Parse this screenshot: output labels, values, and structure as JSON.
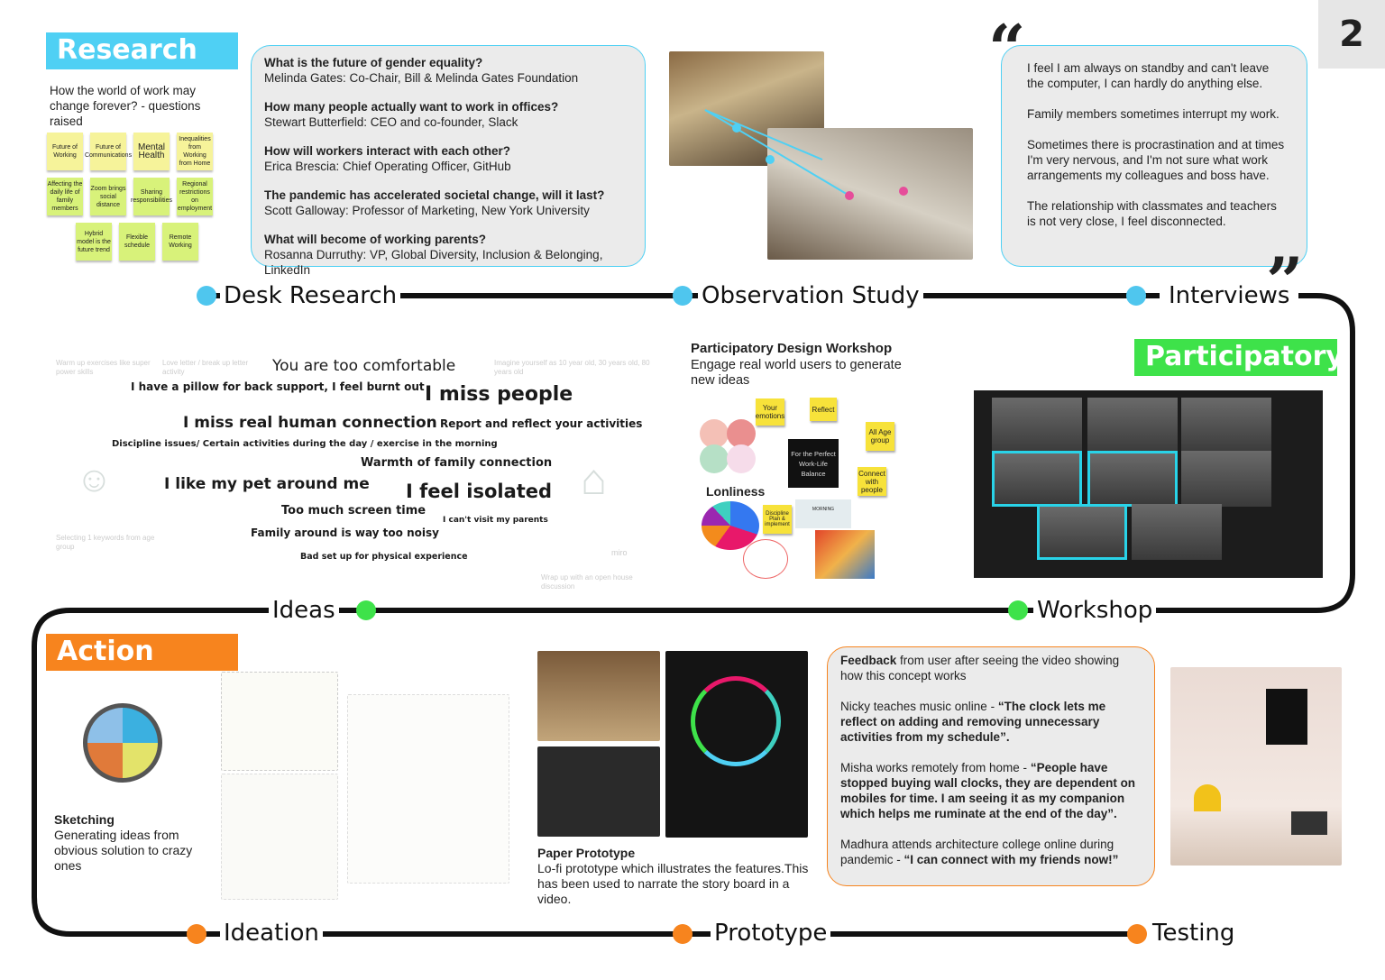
{
  "page_number": "2",
  "colors": {
    "research": "#4fd0f4",
    "participatory": "#3ee24a",
    "action": "#f7841e",
    "timeline": "#111111"
  },
  "sections": {
    "research": "Research",
    "participatory": "Participatory",
    "action": "Action"
  },
  "stages": {
    "desk_research": "Desk Research",
    "observation_study": "Observation Study",
    "interviews": "Interviews",
    "ideas": "Ideas",
    "workshop": "Workshop",
    "ideation": "Ideation",
    "prototype": "Prototype",
    "testing": "Testing"
  },
  "research": {
    "intro": "How the world of work may change forever? - questions raised",
    "stickies": [
      "Future of Working",
      "Future of Communications",
      "Mental Health",
      "Inequalities from Working from Home",
      "Affecting the daily life of family members",
      "Zoom brings social distance",
      "Sharing responsibilities",
      "Regional restrictions on employment",
      "Hybrid model is the future trend",
      "Flexible schedule",
      "Remote Working"
    ],
    "questions": [
      {
        "q": "What is the future of gender equality?",
        "who": "Melinda Gates: Co-Chair, Bill & Melinda Gates Foundation"
      },
      {
        "q": "How many people actually want to work in offices?",
        "who": "Stewart Butterfield: CEO and co-founder, Slack"
      },
      {
        "q": "How will workers interact with each other?",
        "who": "Erica Brescia: Chief Operating Officer, GitHub"
      },
      {
        "q": "The pandemic has accelerated societal change, will it last?",
        "who": "Scott Galloway: Professor of Marketing, New York University"
      },
      {
        "q": "What will become of working parents?",
        "who": "Rosanna Durruthy: VP, Global Diversity, Inclusion & Belonging, LinkedIn"
      }
    ]
  },
  "interviews": {
    "open_quote": "“",
    "close_quote": "”",
    "quotes": [
      "I feel I am always on standby and can't leave the computer, I can hardly do anything else.",
      "Family members sometimes interrupt my work.",
      "Sometimes there is procrastination and at times I'm very nervous, and I'm not sure what work arrangements my colleagues and boss have.",
      "The relationship with classmates and teachers is not very close, I feel disconnected."
    ]
  },
  "ideas": {
    "phrases": [
      "You are too comfortable",
      "I have a pillow for back support, I feel burnt out",
      "I miss people",
      "I miss real human connection",
      "Report and reflect your activities",
      "Discipline issues/ Certain activities during the day / exercise in the morning",
      "Warmth of family connection",
      "I like my pet around me",
      "I feel isolated",
      "Too much screen time",
      "I can't visit my parents",
      "Family around is way too noisy",
      "Bad set up for physical experience"
    ],
    "faint": [
      "Warm up exercises like super power skills",
      "Love letter / break up letter activity",
      "Imagine yourself as 10 year old, 30 years old, 80 years old",
      "Selecting 1 keywords from age group",
      "Wrap up with an open house discussion"
    ],
    "watermark": "miro"
  },
  "workshop": {
    "title": "Participatory Design Workshop",
    "subtitle": "Engage real world users to generate new ideas",
    "center": "For the Perfect Work-Life Balance",
    "notes": [
      "Your emotions",
      "Reflect",
      "All Age group",
      "Connect with people",
      "Discipline Plan & implement"
    ],
    "loneliness": "Lonliness",
    "morning": "MORNING"
  },
  "ideation": {
    "title": "Sketching",
    "desc": "Generating ideas from obvious solution to crazy ones"
  },
  "prototype": {
    "title": "Paper Prototype",
    "desc": "Lo-fi prototype which illustrates the features.This has been used to narrate the story board in a video."
  },
  "testing": {
    "intro_bold": "Feedback",
    "intro": " from user after seeing the video showing how this concept works",
    "feedback": [
      {
        "who": "Nicky teaches music online - ",
        "quote": "“The clock lets me reflect on adding and removing unnecessary activities from my schedule”."
      },
      {
        "who": "Misha works remotely from home - ",
        "quote": "“People have stopped buying wall clocks, they are dependent on mobiles for time. I am seeing it as my companion which helps me ruminate at the end of the day”."
      },
      {
        "who": "Madhura attends architecture college online during pandemic - ",
        "quote": "“I can connect with my friends now!”"
      }
    ]
  }
}
